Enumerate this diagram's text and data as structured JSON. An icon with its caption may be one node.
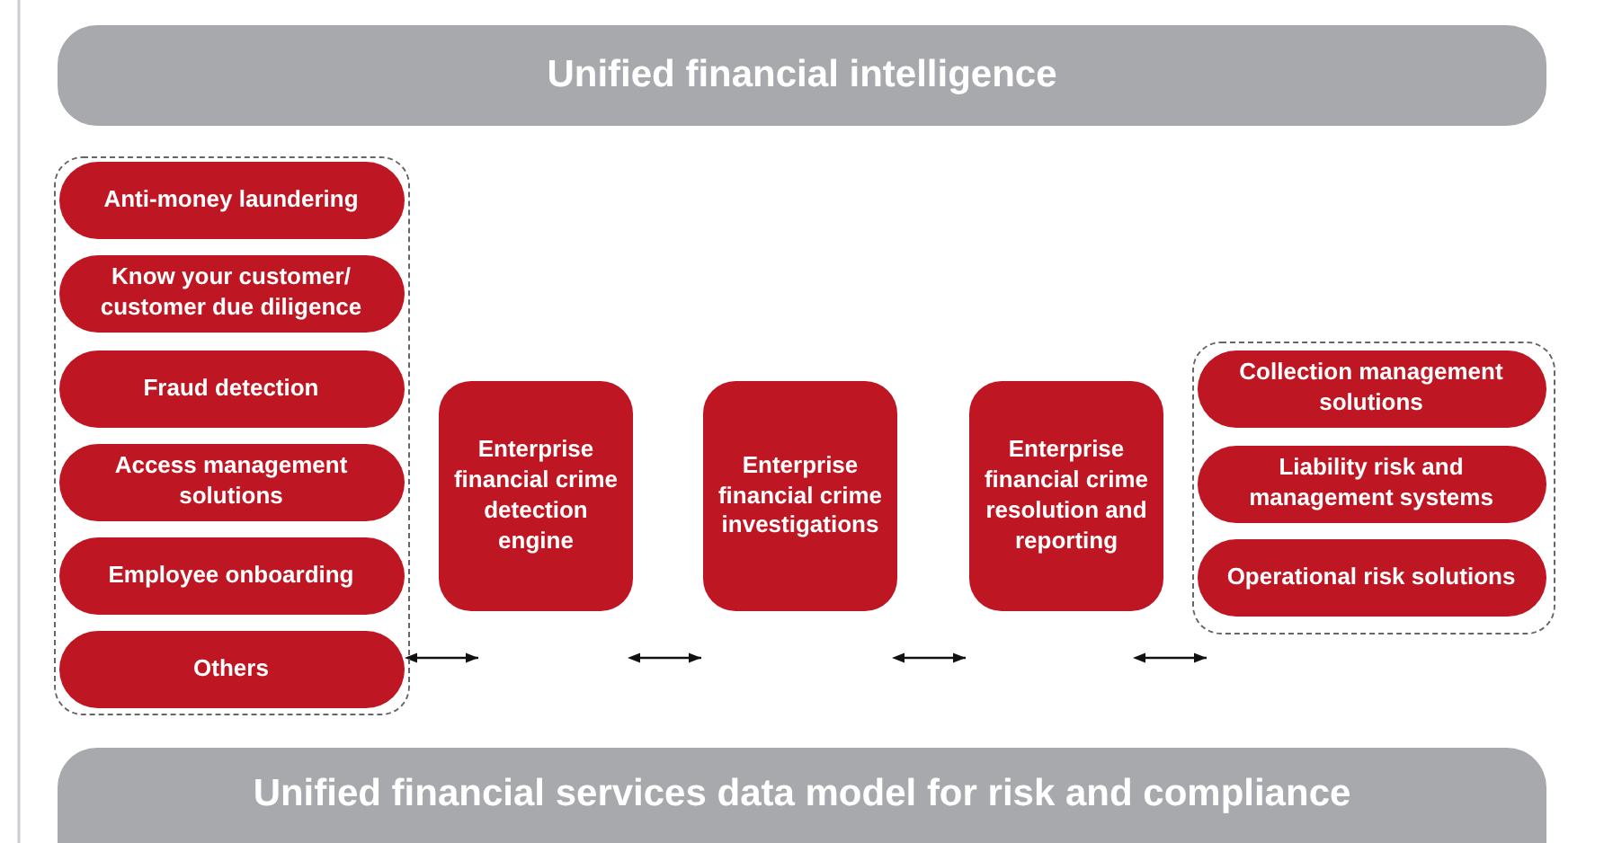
{
  "diagram": {
    "nodes": [
      {
        "text": [
          "Unified financial intelligence"
        ]
      },
      {
        "text": [],
        "shape": "box"
      },
      {
        "text": [
          "Anti-money laundering"
        ],
        "in": 1
      },
      {
        "text": [
          "Know your customer/ customer due diligence"
        ],
        "in": 1
      },
      {
        "text": [
          "Fraud detection"
        ],
        "in": 1
      },
      {
        "text": [
          "Access management solutions"
        ],
        "in": 1
      },
      {
        "text": [
          "Employee onboarding"
        ],
        "in": 1
      },
      {
        "text": [
          "Others"
        ],
        "in": 1
      },
      {
        "text": [
          "Enterprise financial crime detection engine"
        ]
      },
      {
        "text": [
          "Enterprise financial crime investigations"
        ]
      },
      {
        "text": [
          "Enterprise financial crime resolution and reporting"
        ]
      },
      {
        "text": [],
        "shape": "box"
      },
      {
        "text": [
          "Collection management solutions"
        ],
        "in": 11
      },
      {
        "text": [
          "Liability risk and management systems"
        ],
        "in": 11
      },
      {
        "text": [
          "Operational risk solutions"
        ],
        "in": 11
      },
      {
        "text": [
          "Unified financial services data model for risk and compliance"
        ]
      }
    ],
    "edges": [
      {
        "from": 1,
        "to": 8,
        "arrow": "both"
      },
      {
        "from": 8,
        "to": 9,
        "arrow": "both"
      },
      {
        "from": 9,
        "to": 10,
        "arrow": "both"
      },
      {
        "from": 10,
        "to": 11,
        "arrow": "both"
      }
    ]
  }
}
